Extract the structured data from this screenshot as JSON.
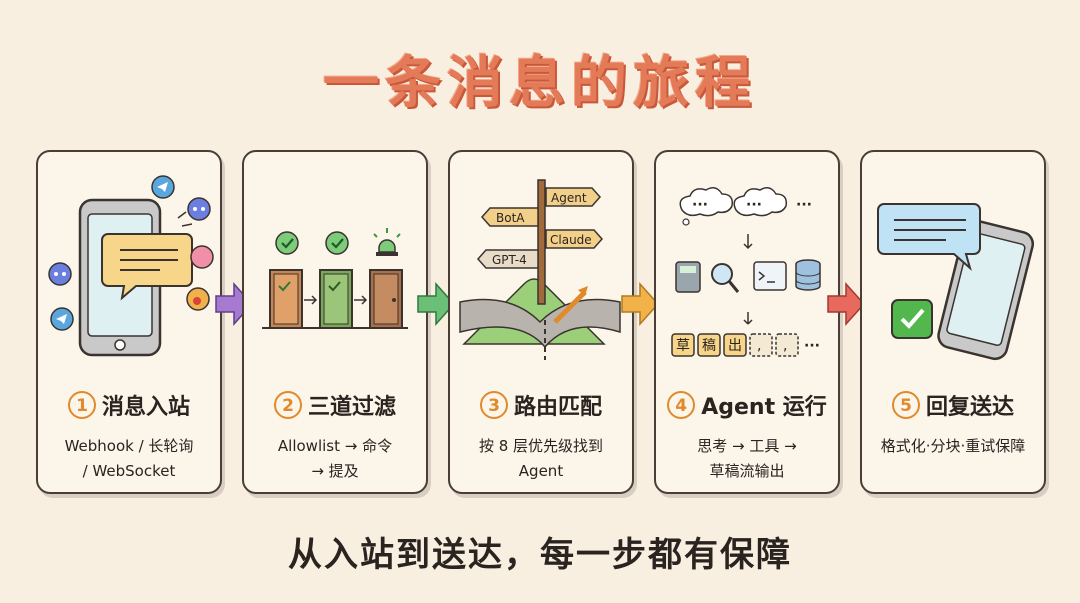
{
  "title": "一条消息的旅程",
  "steps": [
    {
      "num": "1",
      "title": "消息入站",
      "desc_line1": "Webhook / 长轮询",
      "desc_line2": "/ WebSocket"
    },
    {
      "num": "2",
      "title": "三道过滤",
      "desc_line1": "Allowlist → 命令",
      "desc_line2": "→ 提及"
    },
    {
      "num": "3",
      "title": "路由匹配",
      "desc_line1": "按 8 层优先级找到",
      "desc_line2": "Agent",
      "signs": [
        "Agent",
        "BotA",
        "Claude",
        "GPT-4"
      ]
    },
    {
      "num": "4",
      "title": "Agent 运行",
      "desc_line1": "思考 → 工具 →",
      "desc_line2": "草稿流输出",
      "stream_chars": [
        "草",
        "稿",
        "出"
      ]
    },
    {
      "num": "5",
      "title": "回复送达",
      "desc_line1": "格式化·分块·重试保障",
      "desc_line2": ""
    }
  ],
  "colors": {
    "title": "#e37a58",
    "arrow_1": "#a57ad0",
    "arrow_2": "#6cbf78",
    "arrow_3": "#f2b24a",
    "arrow_4": "#e86a5e",
    "number_ring": "#e08a2c"
  },
  "subtitle": "从入站到送达，每一步都有保障"
}
